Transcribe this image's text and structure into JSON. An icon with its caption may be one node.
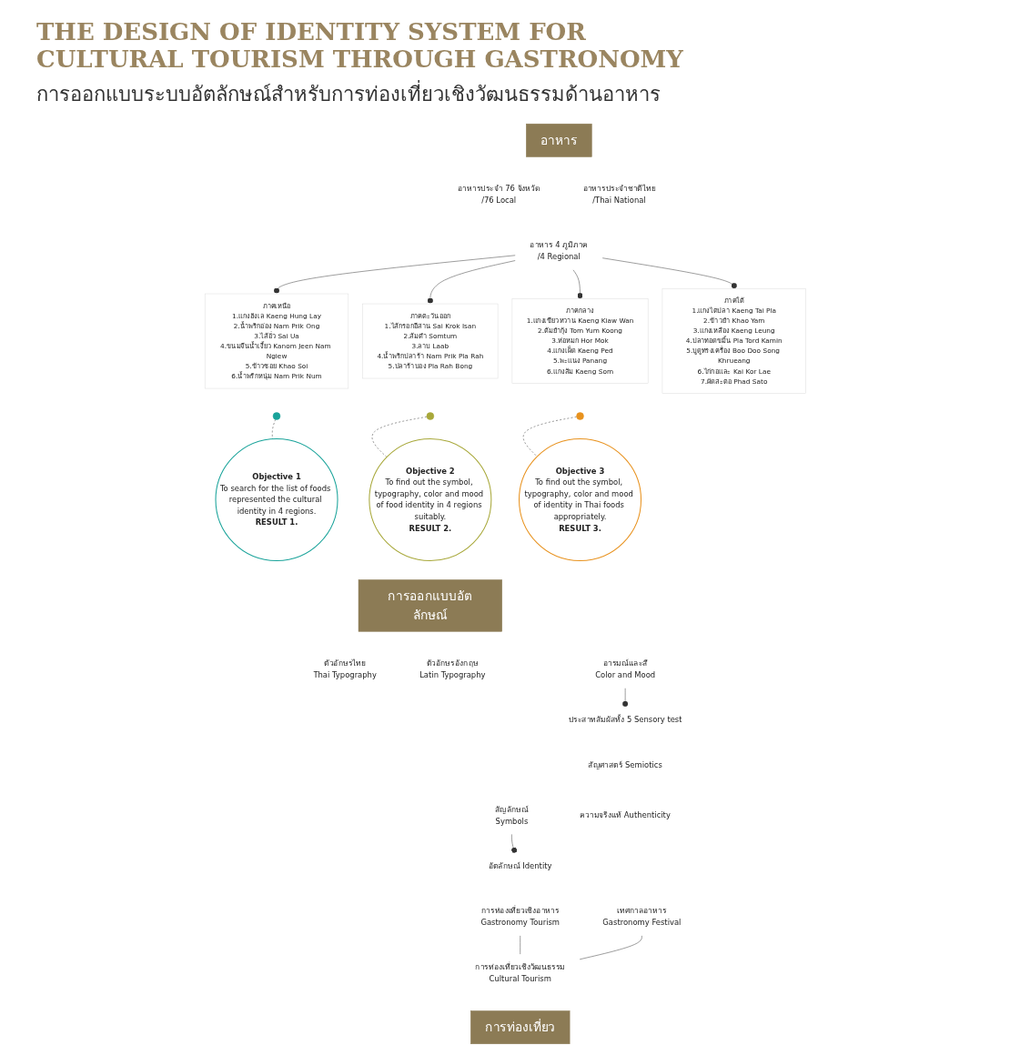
{
  "diagram": {
    "title": "THE DESIGN OF IDENTITY SYSTEM FOR CULTURAL TOURISM THROUGH GASTRONOMY",
    "nodes": [
      {
        "text": [
          "อาหาร"
        ]
      },
      {
        "text": [
          "อาหารประจำ 76 จังหวัด",
          "/76 Local"
        ]
      },
      {
        "text": [
          "อาหาร 4 ภูมิภาค",
          "/4 Regional"
        ]
      },
      {
        "text": [
          "อาหารประจำชาติไทย",
          "/Thai National"
        ]
      },
      {
        "text": [
          "ภาคเหนือ",
          "1.แกงฮังเล Kaeng Hung Lay",
          "2.น้ำพริกอ่อง Nam Prik Ong",
          "3.ไส้อั่ว Sai Ua",
          "4.ขนมจีนน้ำเงี้ยว Kanom Jeen Nam Ngiew",
          "5.ข้าวซอย Khao Soi",
          "6.น้ำพริกหนุ่ม Nam Prik Num"
        ]
      },
      {
        "text": [
          "ภาคตะวันออก",
          "1.ไส้กรอกอีสาน Sai Krok Isan",
          "2.ส้มตำ Somtum",
          "3.ลาบ Laab",
          "4.น้ำพริกปลาร้า Nam Prik Pla Rah",
          "5.ปลาร้าบอง Pla Rah Bong"
        ]
      },
      {
        "text": [
          "ภาคกลาง",
          "1.แกงเขียวหวาน Kaeng Kiaw Wan",
          "2.ต้มยำกุ้ง Tom Yum Koong",
          "3.ห่อหมก Hor Mok",
          "4.แกงเผ็ด Kaeng Ped",
          "5.พะแนง Panang",
          "6.แกงส้ม Kaeng Som"
        ]
      },
      {
        "text": [
          "ภาคใต้",
          "1.แกงไตปลา Kaeng Tai Pla",
          "2.ข้าวยำ Khao Yam",
          "3.แกงเหลือง Kaeng Leung",
          "4.ปลาทอดขมิ้น Pla Tord Kamin",
          "5.บูดูทรงเครื่อง Boo Doo Song Khrueang",
          "6.ไก่กอและ Kai Kor Lae",
          "7.ผัดสะตอ Phad Sato"
        ]
      },
      {
        "text": [],
        "shape": "circle"
      },
      {
        "text": [
          "Objective 1",
          "To search for the list of foods represented the cultural identity in 4 regions.",
          "RESULT 1."
        ]
      },
      {
        "text": [
          "Objective 3",
          "To find out the symbol, typography, color and mood of identity in Thai foods appropriately.",
          "RESULT 3."
        ]
      },
      {
        "text": [
          "Objective 2",
          "To find out the symbol, typography, color and mood of food identity in 4 regions suitably.",
          "RESULT 2."
        ]
      },
      {
        "text": [
          "การออกแบบอัตลักษณ์"
        ]
      },
      {
        "text": [
          "สัญลักษณ์",
          "Symbols"
        ]
      },
      {
        "text": [
          "ตัวอักษรไทย",
          "Thai Typography"
        ]
      },
      {
        "text": [
          "ตัวอักษรอังกฤษ",
          "Latin Typography"
        ]
      },
      {
        "text": [
          "อารมณ์และสี",
          "Color and Mood"
        ]
      },
      {
        "text": [],
        "shape": "circle"
      },
      {
        "text": [
          "ประสาทสัมผัสทั้ง 5 Sensory test"
        ]
      },
      {
        "text": [
          "สัญศาสตร์ Semiotics"
        ]
      },
      {
        "text": [
          "ความจริงแท้ Authenticity"
        ]
      },
      {
        "text": [
          "อัตลักษณ์ Identity"
        ]
      },
      {
        "text": [],
        "shape": "circle"
      },
      {
        "text": [
          "การท่องเที่ยวเชิงอาหาร",
          "Gastronomy Tourism"
        ]
      },
      {
        "text": [
          "เทศกาลอาหาร",
          "Gastronomy Festival"
        ]
      },
      {
        "text": [
          "การท่องเที่ยวเชิงวัฒนธรรม",
          "Cultural Tourism"
        ]
      },
      {
        "text": [
          "การท่องเที่ยว"
        ]
      }
    ],
    "edges": [
      {
        "from": 2,
        "to": 4,
        "arrow": "other"
      },
      {
        "from": 2,
        "to": 5,
        "arrow": "other"
      },
      {
        "from": 2,
        "to": 6,
        "arrow": "other"
      },
      {
        "from": 2,
        "to": 7,
        "arrow": "other"
      },
      {
        "from": 8,
        "to": 9,
        "arrow": "none",
        "style": "dashed"
      },
      {
        "from": 17,
        "to": 11,
        "arrow": "none",
        "style": "dashed"
      },
      {
        "from": 22,
        "to": 10,
        "arrow": "none",
        "style": "dashed"
      },
      {
        "from": 13,
        "to": 21,
        "arrow": "other"
      },
      {
        "from": 16,
        "to": 18,
        "arrow": "other"
      },
      {
        "from": 23,
        "to": 25,
        "arrow": "none"
      },
      {
        "from": 24,
        "to": 25,
        "arrow": "none"
      }
    ],
    "labels": [
      "การออกแบบระบบอัตลักษณ์สำหรับการท่องเที่ยวเชิงวัฒนธรรมด้านอาหาร"
    ]
  }
}
